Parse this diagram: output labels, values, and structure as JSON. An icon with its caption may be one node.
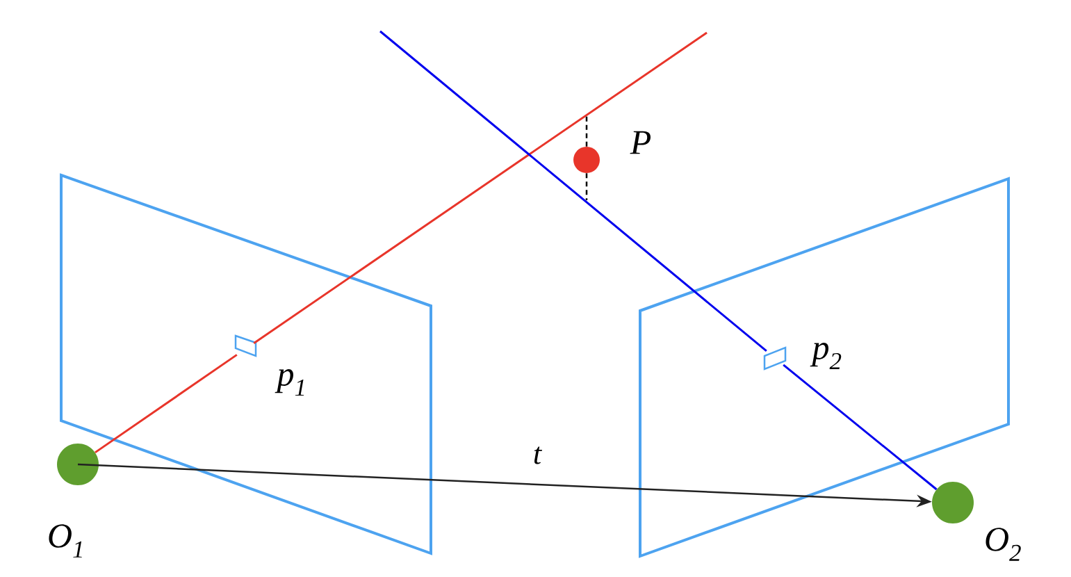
{
  "diagram": {
    "nodes": [
      {
        "text": [],
        "shape": "box"
      },
      {
        "text": [],
        "shape": "box",
        "in": 0,
        "beside": [
          "p$_{1}$"
        ]
      },
      {
        "text": [],
        "shape": "circle",
        "beside": [
          "O$_{1}$"
        ]
      },
      {
        "text": [],
        "shape": "circle",
        "beside": [
          "P"
        ]
      },
      {
        "text": [],
        "shape": "box"
      },
      {
        "text": [],
        "shape": "box",
        "in": 4,
        "beside": [
          "p$_{2}$"
        ]
      },
      {
        "text": [],
        "shape": "circle",
        "beside": [
          "O$_{2}$"
        ]
      }
    ],
    "edges": [
      {
        "from": 2,
        "to": 6,
        "arrow": "to",
        "label": "t",
        "color": "#222222"
      },
      {
        "from": 2,
        "to": 1,
        "arrow": "none",
        "color": "#e8352a"
      },
      {
        "from": 1,
        "to": null,
        "arrow": "none",
        "color": "#e8352a"
      },
      {
        "from": 6,
        "to": 5,
        "arrow": "none",
        "color": "#0000ee"
      },
      {
        "from": 5,
        "to": null,
        "arrow": "none",
        "color": "#0000ee"
      },
      {
        "from": 3,
        "to": null,
        "arrow": "none",
        "style": "dashed",
        "color": "#000000"
      },
      {
        "from": 3,
        "to": null,
        "arrow": "none",
        "style": "dashed",
        "color": "#000000"
      }
    ]
  }
}
